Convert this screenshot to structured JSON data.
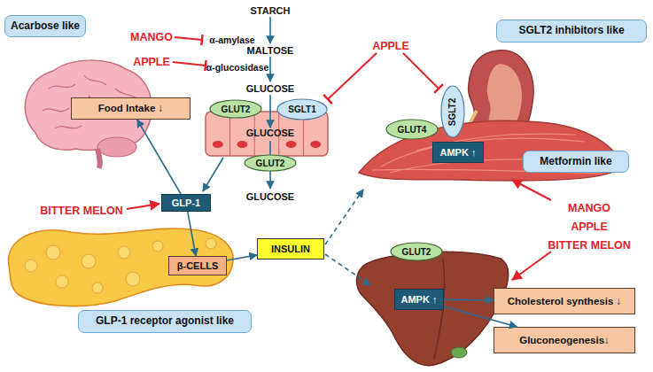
{
  "diagram": {
    "nodes": [
      {
        "text": [
          "Acarbose like"
        ]
      },
      {
        "text": [
          "SGLT2 inhibitors like"
        ]
      },
      {
        "text": [
          "GLUT2"
        ]
      },
      {
        "text": [
          "SGLT1"
        ]
      },
      {
        "text": [
          "SGLT2"
        ]
      },
      {
        "text": [
          "Food Intake ↓"
        ]
      },
      {
        "text": [
          "GLUT4"
        ]
      },
      {
        "text": [
          "AMPK ↑"
        ]
      },
      {
        "text": [
          "Metformin like"
        ]
      },
      {
        "text": [
          "GLUT2"
        ]
      },
      {
        "text": [
          "GLP-1"
        ]
      },
      {
        "text": [
          "INSULIN"
        ]
      },
      {
        "text": [
          "β-CELLS"
        ]
      },
      {
        "text": [
          "GLUT2"
        ]
      },
      {
        "text": [
          "AMPK ↑"
        ]
      },
      {
        "text": [
          "Cholesterol synthesis ↓"
        ]
      },
      {
        "text": [
          "GLP-1 receptor agonist like"
        ]
      },
      {
        "text": [
          "Gluconeogenesis↓"
        ]
      }
    ],
    "edges": [
      {
        "from": 10,
        "to": 5,
        "arrow": "to"
      },
      {
        "from": 10,
        "to": 12,
        "arrow": "to"
      },
      {
        "from": 12,
        "to": 11,
        "arrow": "to"
      },
      {
        "from": 14,
        "to": 15,
        "arrow": "to"
      },
      {
        "from": 14,
        "to": 17,
        "arrow": "to"
      }
    ],
    "labels": [
      "STARCH",
      "MALTOSE",
      "GLUCOSE",
      "MANGO",
      "α-amylase",
      "APPLE",
      "α-glucosidase",
      "APPLE",
      "GLUCOSE",
      "GLUCOSE",
      "BITTER MELON",
      "MANGO",
      "APPLE",
      "BITTER MELON"
    ]
  }
}
